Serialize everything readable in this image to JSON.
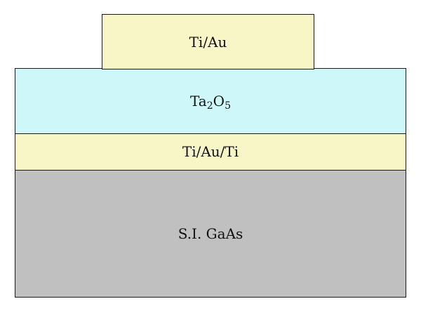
{
  "layers": {
    "top_contact": {
      "label": "Ti/Au",
      "color": "#f8f5c6"
    },
    "dielectric": {
      "label_base": "Ta",
      "label_sub1": "2",
      "label_mid": "O",
      "label_sub2": "5",
      "color": "#cdf7f9"
    },
    "bottom_contact": {
      "label": "Ti/Au/Ti",
      "color": "#f8f5c6"
    },
    "substrate": {
      "label": "S.I. GaAs",
      "color": "#c0c0c0"
    }
  }
}
